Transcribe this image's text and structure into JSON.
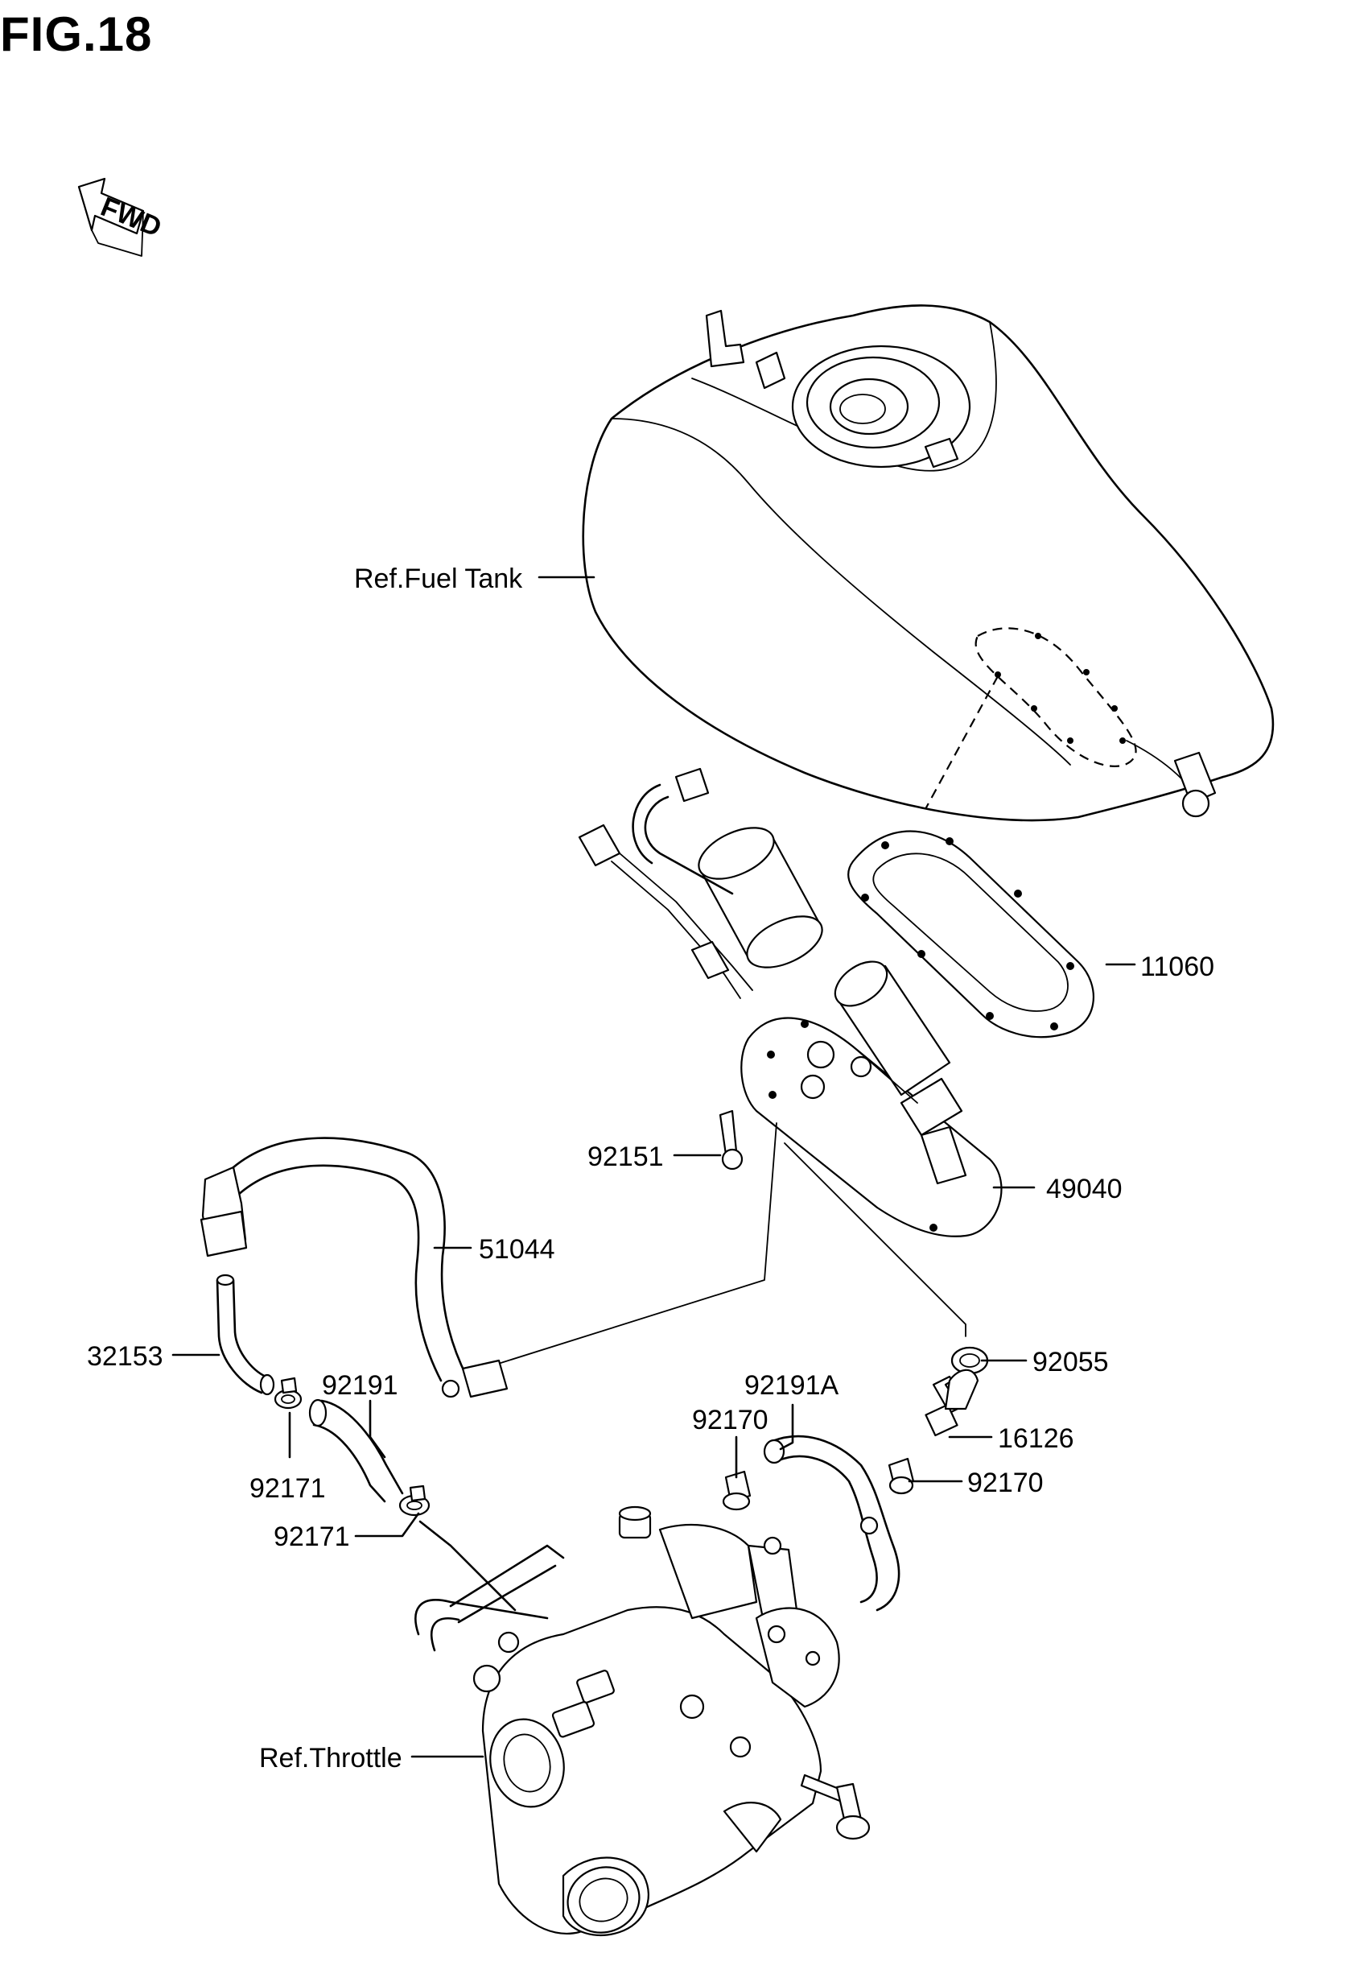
{
  "figure": {
    "title": "FIG.18"
  },
  "direction_indicator": {
    "text": "FWD",
    "icon": "arrow-icon"
  },
  "callouts": [
    {
      "id": "ref-fuel-tank",
      "text": "Ref.Fuel Tank"
    },
    {
      "id": "11060",
      "text": "11060"
    },
    {
      "id": "92151",
      "text": "92151"
    },
    {
      "id": "49040",
      "text": "49040"
    },
    {
      "id": "51044",
      "text": "51044"
    },
    {
      "id": "32153",
      "text": "32153"
    },
    {
      "id": "92191",
      "text": "92191"
    },
    {
      "id": "92191A",
      "text": "92191A"
    },
    {
      "id": "92055",
      "text": "92055"
    },
    {
      "id": "92170-a",
      "text": "92170"
    },
    {
      "id": "16126",
      "text": "16126"
    },
    {
      "id": "92170-b",
      "text": "92170"
    },
    {
      "id": "92171-a",
      "text": "92171"
    },
    {
      "id": "92171-b",
      "text": "92171"
    },
    {
      "id": "ref-throttle",
      "text": "Ref.Throttle"
    }
  ]
}
